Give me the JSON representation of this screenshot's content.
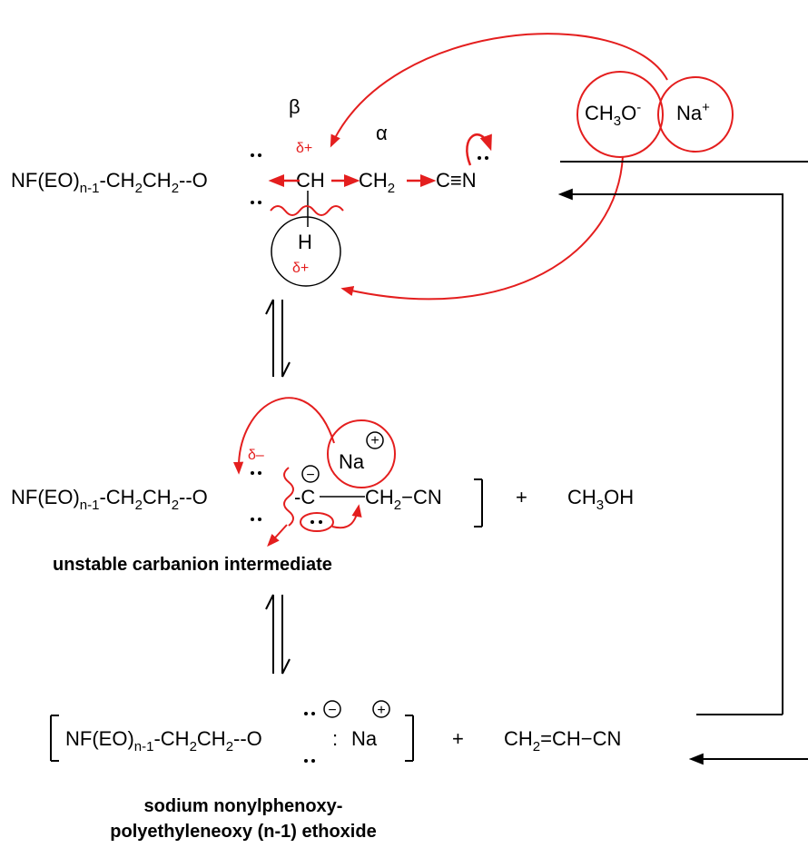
{
  "colors": {
    "ink": "#000000",
    "arrow_red": "#e41e1e"
  },
  "step1": {
    "label_beta": "β",
    "label_alpha": "α",
    "delta_plus_ch": "δ+",
    "delta_plus_h": "δ+",
    "chain_prefix": "NF(EO)",
    "chain_sub": "n-1",
    "chain_mid": "-CH",
    "chain_sub2": "2",
    "chain_mid2": "CH",
    "chain_sub3": "2",
    "chain_end": "--O",
    "ch": "CH",
    "ch2": "CH",
    "ch2_sub": "2",
    "cn": "C≡N",
    "hydrogen": "H",
    "methoxide": "CH",
    "methoxide_sub": "3",
    "methoxide_o": "O",
    "methoxide_charge": "-",
    "sodium": "Na",
    "sodium_charge": "+"
  },
  "step2": {
    "delta_minus": "δ–",
    "sodium": "Na",
    "plus_glyph": "+",
    "minus_glyph": "−",
    "chain_prefix": "NF(EO)",
    "chain_sub": "n-1",
    "chain_mid": "-CH",
    "chain_sub2": "2",
    "chain_mid2": "CH",
    "chain_sub3": "2",
    "chain_end": "--O",
    "carbon": "C",
    "ch2cn": "CH",
    "ch2cn_sub": "2",
    "ch2cn_end": "−CN",
    "plus": "+",
    "methanol": "CH",
    "methanol_sub": "3",
    "methanol_end": "OH",
    "caption": "unstable carbanion intermediate"
  },
  "step3": {
    "chain_prefix": "NF(EO)",
    "chain_sub": "n-1",
    "chain_mid": "-CH",
    "chain_sub2": "2",
    "chain_mid2": "CH",
    "chain_sub3": "2",
    "chain_end": "--O",
    "colon": ":",
    "sodium": "Na",
    "minus_glyph": "−",
    "plus_glyph": "+",
    "plus": "+",
    "acrylonitrile": "CH",
    "acrylonitrile_sub": "2",
    "acrylonitrile_end": "=CH−CN",
    "caption_line1": "sodium nonylphenoxy-",
    "caption_line2": "polyethyleneoxy (n-1) ethoxide"
  }
}
